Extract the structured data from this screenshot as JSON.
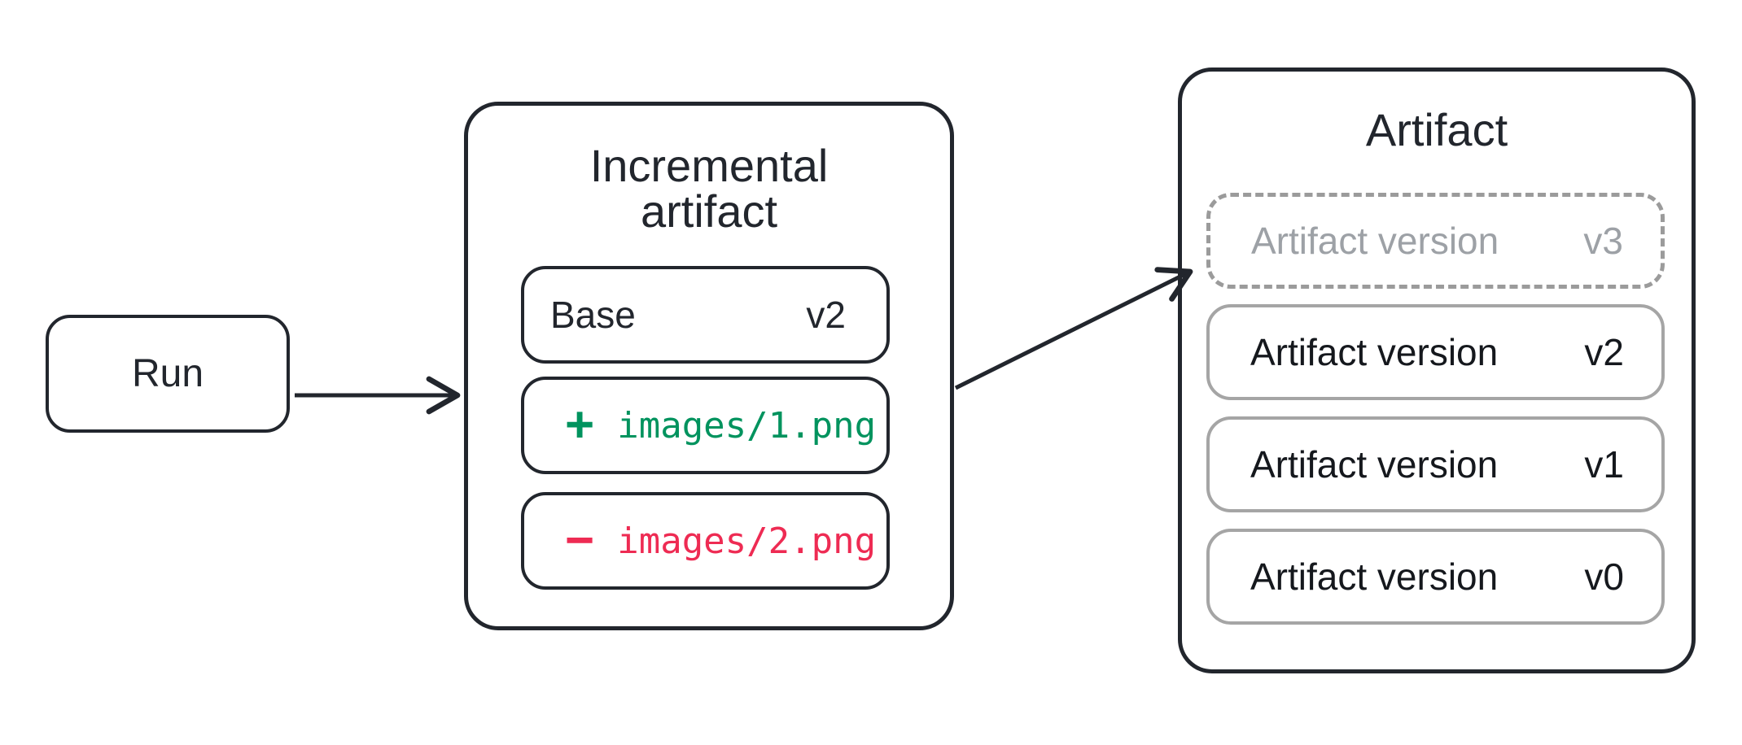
{
  "run": {
    "label": "Run"
  },
  "incremental": {
    "title_line1": "Incremental",
    "title_line2": "artifact",
    "base": {
      "label": "Base",
      "version": "v2"
    },
    "added": {
      "sign": "+",
      "path": "images/1.png"
    },
    "removed": {
      "sign": "−",
      "path": "images/2.png"
    }
  },
  "artifact": {
    "title": "Artifact",
    "versions": [
      {
        "label": "Artifact version",
        "version": "v3",
        "state": "pending"
      },
      {
        "label": "Artifact version",
        "version": "v2",
        "state": "committed"
      },
      {
        "label": "Artifact version",
        "version": "v1",
        "state": "committed"
      },
      {
        "label": "Artifact version",
        "version": "v0",
        "state": "committed"
      }
    ]
  },
  "colors": {
    "outline": "#22262d",
    "added_green": "#00935e",
    "removed_red": "#ee2b53",
    "pending_gray": "#9b9b9b",
    "version_border_gray": "#a5a5a5"
  }
}
